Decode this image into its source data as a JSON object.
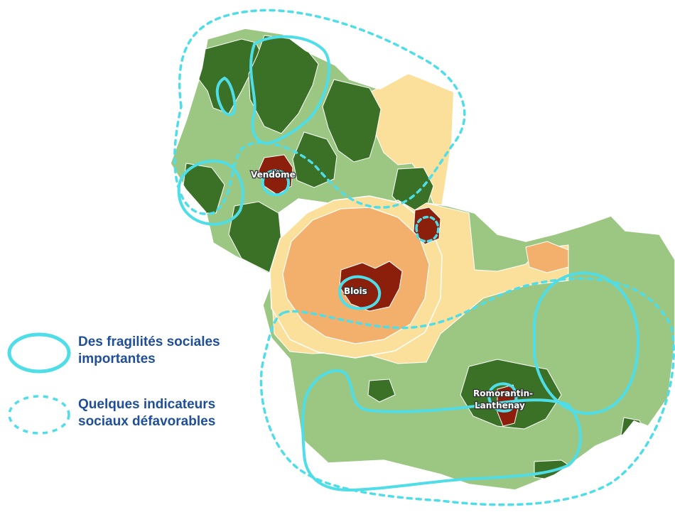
{
  "colors": {
    "very_low": "#3b7127",
    "low": "#9cc783",
    "medium": "#fbe09c",
    "high": "#f2b06c",
    "very_high": "#8c1e0c",
    "outline": "#ffffff",
    "highlight": "#4fdde8",
    "legend_text": "#1f4e9a"
  },
  "cities": {
    "vendome": "Vendôme",
    "blois": "Blois",
    "romorantin": [
      "Romorantin-",
      "Lanthenay"
    ]
  },
  "legend": {
    "strong": [
      "Des fragilités sociales",
      "importantes"
    ],
    "weak": [
      "Quelques indicateurs",
      "sociaux défavorables"
    ]
  }
}
